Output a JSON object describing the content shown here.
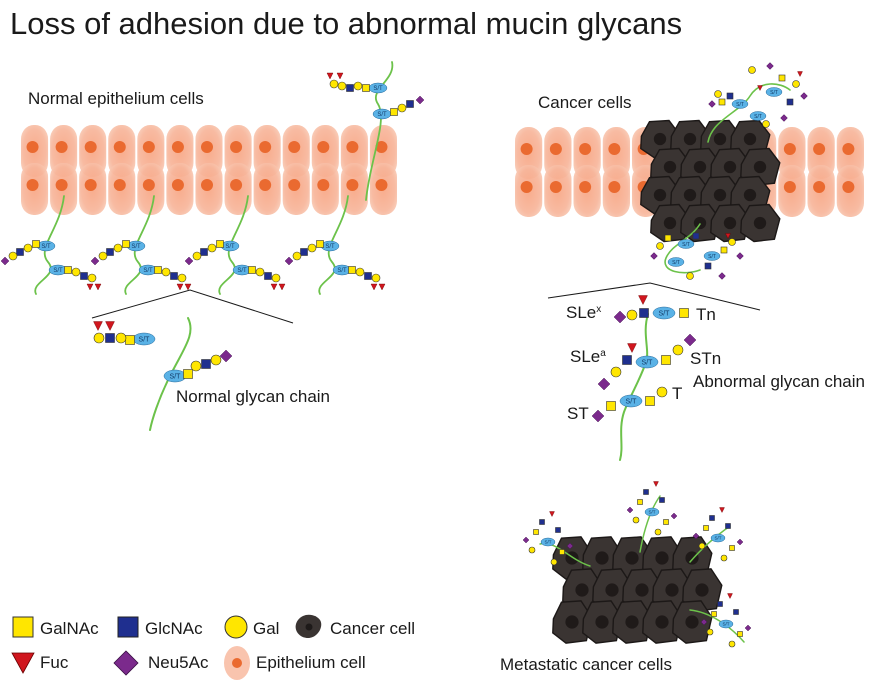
{
  "title": "Loss of adhesion due to abnormal mucin glycans",
  "labels": {
    "normal_cells": "Normal epithelium cells",
    "cancer_cells": "Cancer cells",
    "normal_chain": "Normal glycan chain",
    "abnormal_chain": "Abnormal glycan chain",
    "metastatic": "Metastatic cancer cells",
    "st_site": "S/T"
  },
  "antigens": {
    "slex": "SLe",
    "slex_sup": "x",
    "slea": "SLe",
    "slea_sup": "a",
    "tn": "Tn",
    "stn": "STn",
    "t": "T",
    "st": "ST"
  },
  "legend": [
    {
      "shape": "square",
      "color": "#ffe600",
      "label": "GalNAc"
    },
    {
      "shape": "square",
      "color": "#1f2f8f",
      "label": "GlcNAc"
    },
    {
      "shape": "circle",
      "color": "#ffe600",
      "label": "Gal"
    },
    {
      "shape": "cancer",
      "color": "#3a3432",
      "label": "Cancer cell"
    },
    {
      "shape": "triangle",
      "color": "#d0161e",
      "label": "Fuc"
    },
    {
      "shape": "diamond",
      "color": "#7b2a8c",
      "label": "Neu5Ac"
    },
    {
      "shape": "epi",
      "color": "#f0663a",
      "label": "Epithelium cell"
    }
  ],
  "colors": {
    "epithelium": "#f6a98a",
    "nucleus": "#ea6a30",
    "cancer": "#3a3432",
    "stem": "#6cc24a",
    "st_site": "#5ab2e6"
  }
}
